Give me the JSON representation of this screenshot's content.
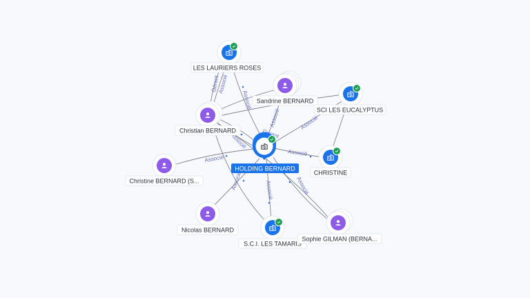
{
  "colors": {
    "company": "#1a73e8",
    "person": "#8e5be8",
    "check": "#1e9e54",
    "edge": "#6b6f7a",
    "edge_label": "#6a70c8",
    "center": "#1a73e8"
  },
  "center": {
    "label": "HOLDING BERNARD",
    "icon": "building-icon"
  },
  "nodes": [
    {
      "id": "laurier",
      "label": "LES LAURIERS ROSES",
      "type": "company",
      "verified": true
    },
    {
      "id": "sandrine",
      "label": "Sandrine BERNARD",
      "type": "person"
    },
    {
      "id": "euca",
      "label": "SCI LES EUCALYPTUS",
      "type": "company",
      "verified": true
    },
    {
      "id": "christian",
      "label": "Christian BERNARD",
      "type": "person"
    },
    {
      "id": "christine_co",
      "label": "CHRISTINE",
      "type": "company",
      "verified": true
    },
    {
      "id": "christine",
      "label": "Christine BERNARD (S...",
      "type": "person"
    },
    {
      "id": "nicolas",
      "label": "Nicolas BERNARD",
      "type": "person"
    },
    {
      "id": "tamaris",
      "label": "S.C.I. LES TAMARIS",
      "type": "company",
      "verified": true
    },
    {
      "id": "sophie",
      "label": "Sophie GILMAN (BERNA...",
      "type": "person"
    }
  ],
  "edges": [
    {
      "from": "christian",
      "to": "laurier",
      "label": "Gérant"
    },
    {
      "from": "christian",
      "to": "laurier",
      "label": "Associé"
    },
    {
      "from": "laurier",
      "to": "center",
      "label": "Associé"
    },
    {
      "from": "sandrine",
      "to": "center",
      "label": "Associé"
    },
    {
      "from": "euca",
      "to": "center",
      "label": "Associé"
    },
    {
      "from": "christian",
      "to": "euca",
      "label": ""
    },
    {
      "from": "christian",
      "to": "center",
      "label": "Associé"
    },
    {
      "from": "christian",
      "to": "center",
      "label": "Gérant"
    },
    {
      "from": "center",
      "to": "christine_co",
      "label": "Associé"
    },
    {
      "from": "christine",
      "to": "center",
      "label": "Associé"
    },
    {
      "from": "nicolas",
      "to": "center",
      "label": "Associé"
    },
    {
      "from": "center",
      "to": "tamaris",
      "label": "Associé"
    },
    {
      "from": "sophie",
      "to": "center",
      "label": "Associé"
    },
    {
      "from": "christian",
      "to": "tamaris",
      "label": ""
    }
  ]
}
